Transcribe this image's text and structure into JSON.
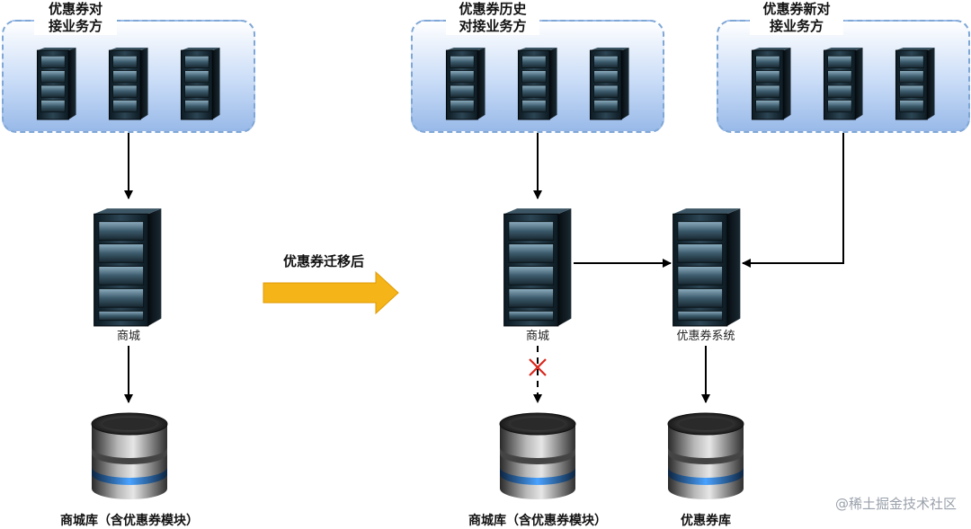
{
  "groups": {
    "left": {
      "title": "优惠券对\n接业务方"
    },
    "historical": {
      "title": "优惠券历史\n对接业务方"
    },
    "new": {
      "title": "优惠券新对\n接业务方"
    }
  },
  "servers": {
    "mall_left": {
      "label": "商城"
    },
    "mall_right": {
      "label": "商城"
    },
    "coupon_system": {
      "label": "优惠券系统"
    }
  },
  "databases": {
    "mall_db_left": {
      "label": "商城库（含优惠券模块）"
    },
    "mall_db_right": {
      "label": "商城库（含优惠券模块）"
    },
    "coupon_db": {
      "label": "优惠券库"
    }
  },
  "migration": {
    "label": "优惠券迁移后"
  },
  "colors": {
    "arrow": "#000000",
    "migrate_arrow": "#f5b417",
    "cross": "#d9261c",
    "group_border": "#7fa7d6",
    "watermark": "#9aa1ab"
  },
  "watermark": {
    "text": "@稀土掘金技术社区"
  }
}
